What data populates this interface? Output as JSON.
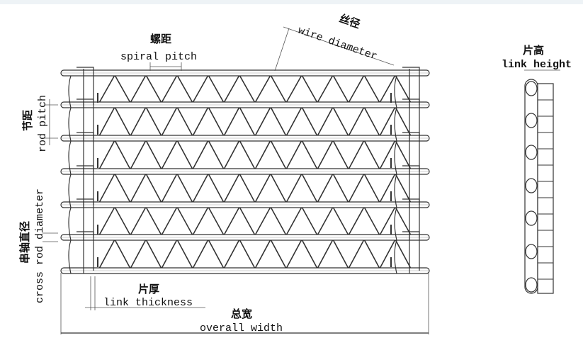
{
  "labels": {
    "spiral_pitch_cn": "螺距",
    "spiral_pitch_en": "spiral pitch",
    "wire_diameter_cn": "丝径",
    "wire_diameter_en": "wire diameter",
    "link_height_cn": "片高",
    "link_height_en": "link height",
    "rod_pitch_cn": "节距",
    "rod_pitch_en": "rod pitch",
    "cross_rod_cn": "串轴直径",
    "cross_rod_en": "cross rod diameter",
    "link_thickness_cn": "片厚",
    "link_thickness_en": "link thickness",
    "overall_width_cn": "总宽",
    "overall_width_en": "overall width"
  }
}
